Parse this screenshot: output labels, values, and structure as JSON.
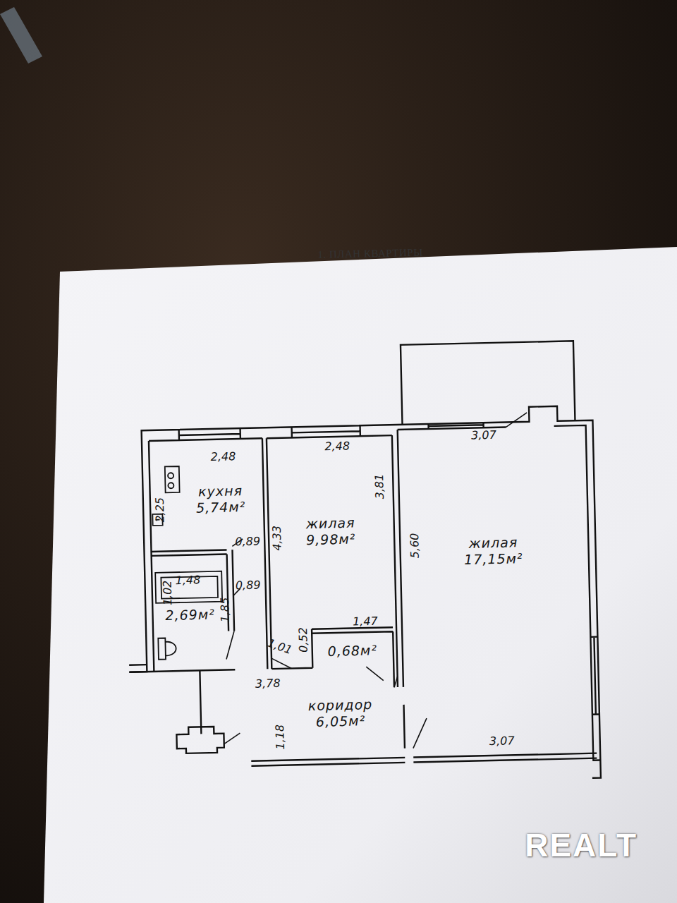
{
  "diagram": {
    "title": "1. ПЛАН КВАРТИРЫ",
    "nodes": [
      {
        "text": [
          "кухня",
          "5,74м²"
        ]
      },
      {
        "text": [
          "жилая",
          "9,98м²"
        ]
      },
      {
        "text": [
          "жилая",
          "17,15м²"
        ]
      },
      {
        "text": [
          "2,69м²"
        ]
      },
      {
        "text": [
          "0,68м²"
        ]
      },
      {
        "text": [
          "коридор",
          "6,05м²"
        ]
      }
    ],
    "labels": [
      "2,48",
      "2,25",
      "2,48",
      "3,81",
      "3,07",
      "4,33",
      "0,89",
      "0,89",
      "5,60",
      "1,48",
      "1,02",
      "1,85",
      "1,47",
      "1,01",
      "0,52",
      "3,78",
      "1,18",
      "3,07",
      "REALT"
    ]
  }
}
